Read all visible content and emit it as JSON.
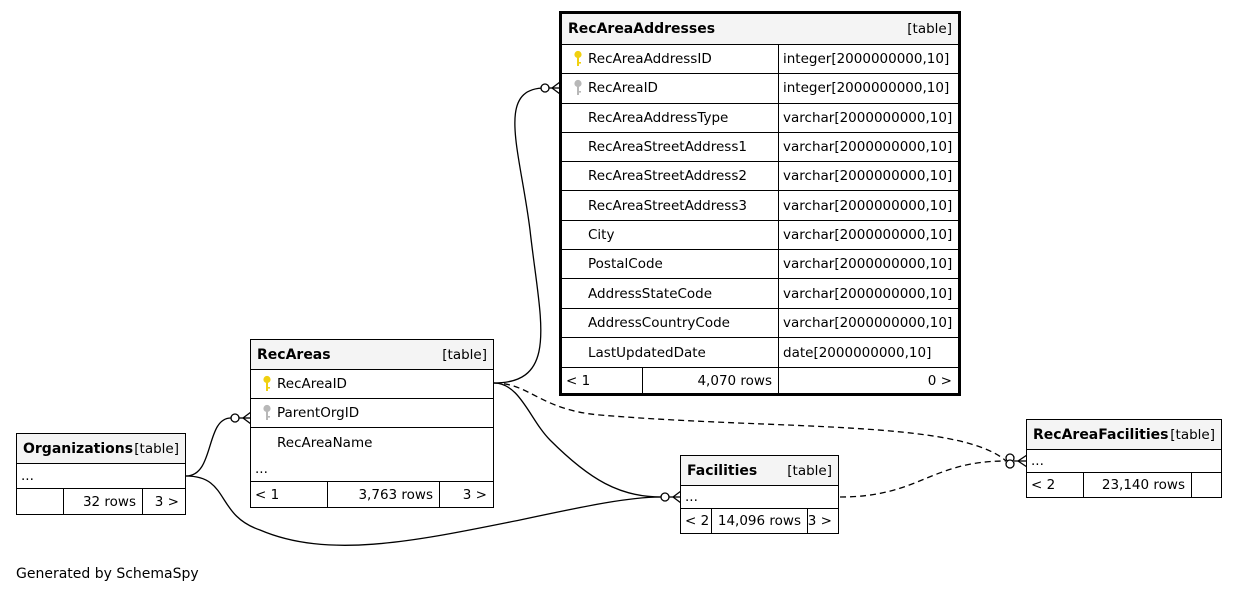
{
  "colors": {
    "primary_key": "#f0d010",
    "foreign_key": "#b8b8b8",
    "header_bg": "#f4f4f4",
    "line": "#000000"
  },
  "tables": {
    "addresses": {
      "name": "RecAreaAddresses",
      "kind": "[table]",
      "columns": [
        {
          "name": "RecAreaAddressID",
          "type": "integer[2000000000,10]",
          "key": "primary"
        },
        {
          "name": "RecAreaID",
          "type": "integer[2000000000,10]",
          "key": "foreign"
        },
        {
          "name": "RecAreaAddressType",
          "type": "varchar[2000000000,10]",
          "key": ""
        },
        {
          "name": "RecAreaStreetAddress1",
          "type": "varchar[2000000000,10]",
          "key": ""
        },
        {
          "name": "RecAreaStreetAddress2",
          "type": "varchar[2000000000,10]",
          "key": ""
        },
        {
          "name": "RecAreaStreetAddress3",
          "type": "varchar[2000000000,10]",
          "key": ""
        },
        {
          "name": "City",
          "type": "varchar[2000000000,10]",
          "key": ""
        },
        {
          "name": "PostalCode",
          "type": "varchar[2000000000,10]",
          "key": ""
        },
        {
          "name": "AddressStateCode",
          "type": "varchar[2000000000,10]",
          "key": ""
        },
        {
          "name": "AddressCountryCode",
          "type": "varchar[2000000000,10]",
          "key": ""
        },
        {
          "name": "LastUpdatedDate",
          "type": "date[2000000000,10]",
          "key": ""
        }
      ],
      "footer": {
        "parents": "< 1",
        "rows": "4,070 rows",
        "children": "0 >"
      }
    },
    "recareas": {
      "name": "RecAreas",
      "kind": "[table]",
      "columns": [
        {
          "name": "RecAreaID",
          "key": "primary"
        },
        {
          "name": "ParentOrgID",
          "key": "foreign"
        },
        {
          "name": "RecAreaName",
          "key": ""
        }
      ],
      "more": "...",
      "footer": {
        "parents": "< 1",
        "rows": "3,763 rows",
        "children": "3 >"
      }
    },
    "organizations": {
      "name": "Organizations",
      "kind": "[table]",
      "more": "...",
      "footer": {
        "parents": "",
        "rows": "32 rows",
        "children": "3 >"
      }
    },
    "facilities": {
      "name": "Facilities",
      "kind": "[table]",
      "more": "...",
      "footer": {
        "parents": "< 2",
        "rows": "14,096 rows",
        "children": "3 >"
      }
    },
    "recareafacilities": {
      "name": "RecAreaFacilities",
      "kind": "[table]",
      "more": "...",
      "footer": {
        "parents": "< 2",
        "rows": "23,140 rows",
        "children": ""
      }
    }
  },
  "footer_text": "Generated by SchemaSpy"
}
